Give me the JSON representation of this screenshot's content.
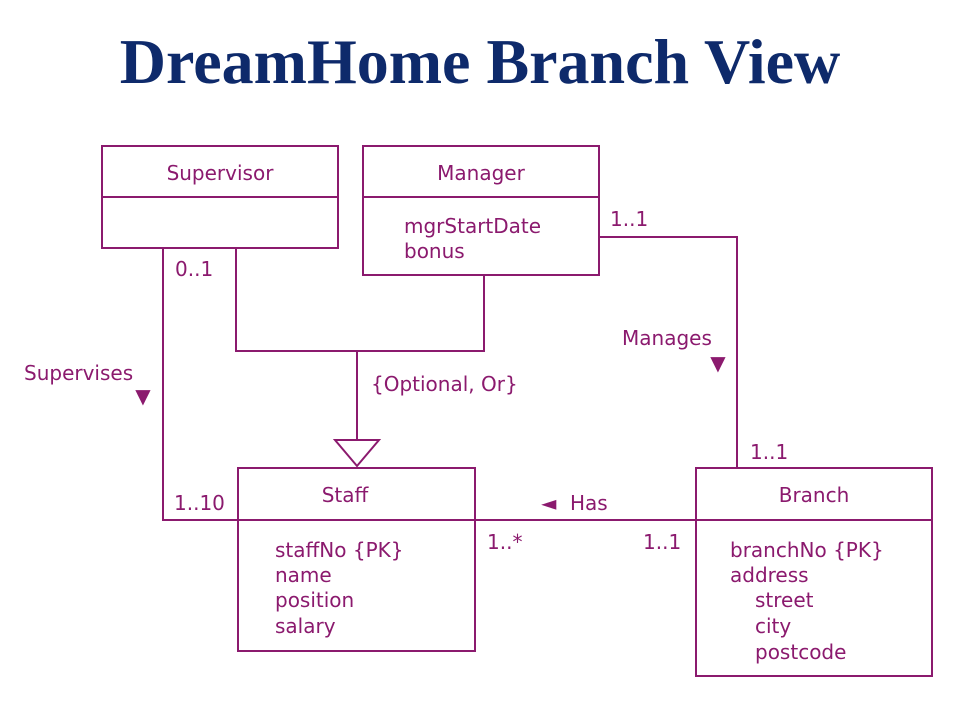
{
  "title": "DreamHome Branch View",
  "colors": {
    "title": "#0e2a6b",
    "diagram": "#8b1a6e",
    "background": "#ffffff"
  },
  "classes": {
    "supervisor": {
      "name": "Supervisor"
    },
    "manager": {
      "name": "Manager",
      "attributes": [
        "mgrStartDate",
        "bonus"
      ]
    },
    "staff": {
      "name": "Staff",
      "attributes": [
        "staffNo {PK}",
        "name",
        "position",
        "salary"
      ]
    },
    "branch": {
      "name": "Branch",
      "attributes": [
        "branchNo {PK}",
        "address",
        "street",
        "city",
        "postcode"
      ]
    }
  },
  "generalization": {
    "constraint": "{Optional, Or}"
  },
  "associations": {
    "supervises": {
      "label": "Supervises",
      "arrow": "▼",
      "supervisor_multiplicity": "0..1",
      "staff_multiplicity": "1..10"
    },
    "manages": {
      "label": "Manages",
      "arrow": "▼",
      "manager_multiplicity": "1..1",
      "branch_multiplicity": "1..1"
    },
    "has": {
      "label": "Has",
      "arrow": "◄",
      "staff_multiplicity": "1..*",
      "branch_multiplicity": "1..1"
    }
  }
}
